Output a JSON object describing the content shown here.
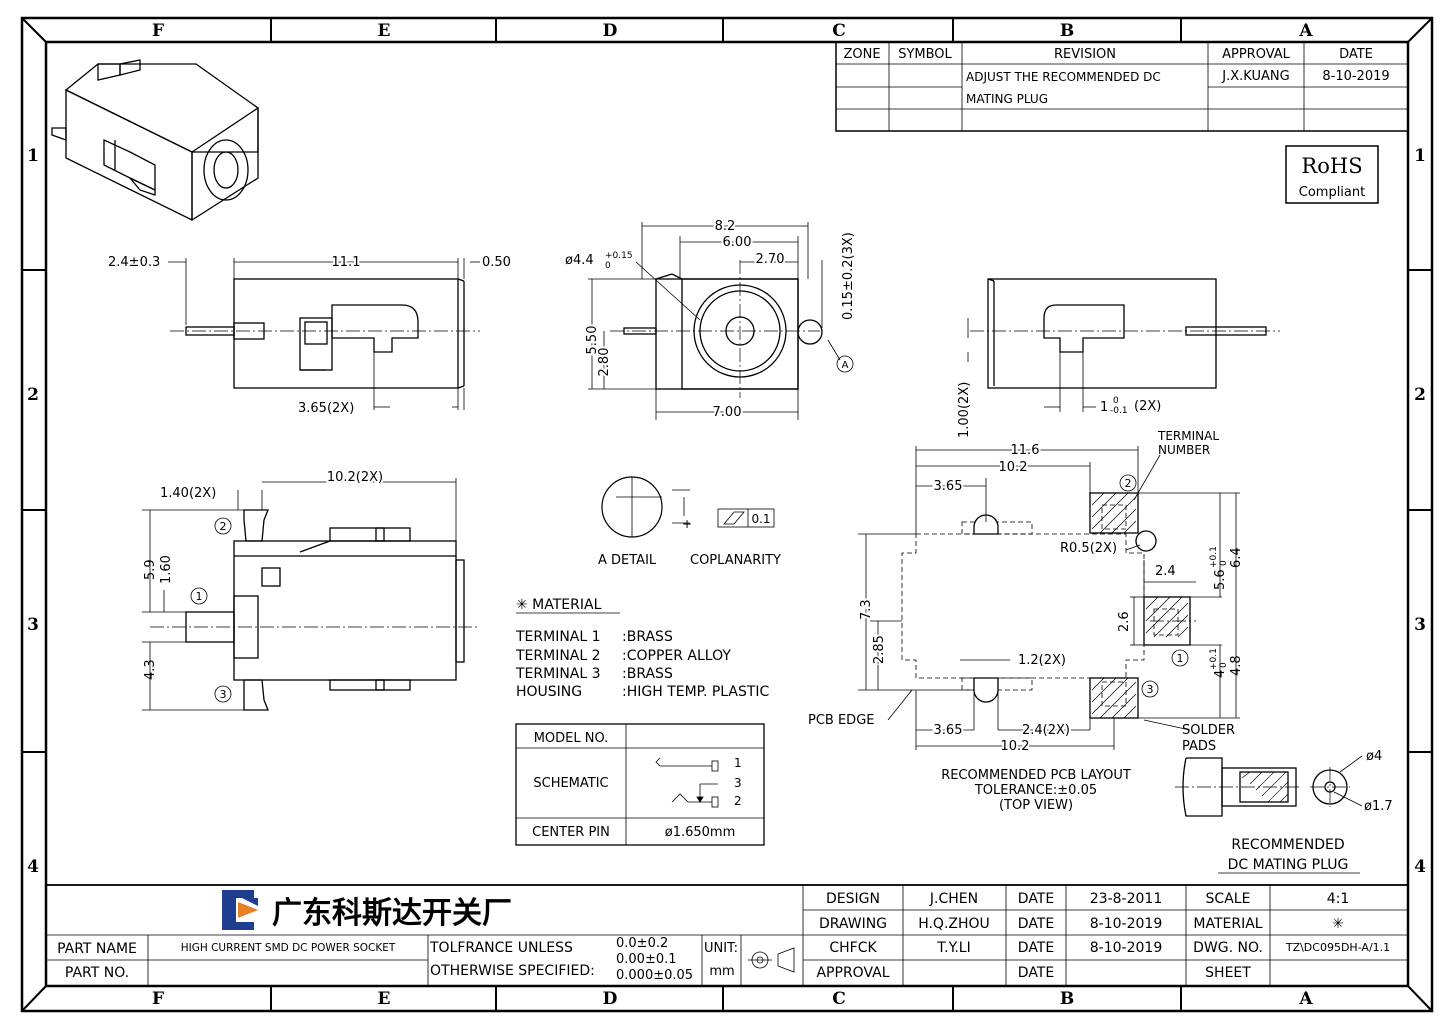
{
  "zones": {
    "columns": [
      "F",
      "E",
      "D",
      "C",
      "B",
      "A"
    ],
    "rows": [
      "1",
      "2",
      "3",
      "4"
    ]
  },
  "revision_table": {
    "headers": {
      "zone": "ZONE",
      "symbol": "SYMBOL",
      "revision": "REVISION",
      "approval": "APPROVAL",
      "date": "DATE"
    },
    "rows": [
      {
        "revision_line1": "ADJUST THE RECOMMENDED DC",
        "revision_line2": "MATING PLUG",
        "approval": "J.X.KUANG",
        "date": "8-10-2019"
      }
    ]
  },
  "rohs": {
    "title": "RoHS",
    "subtitle": "Compliant"
  },
  "dims": {
    "side_left": {
      "d1": "2.4±0.3",
      "d2": "11.1",
      "d3": "0.50",
      "d4": "3.65(2X)"
    },
    "front": {
      "d1": "8.2",
      "d2": "6.00",
      "d3": "2.70",
      "d4": "ø4.4",
      "d4_sup": "+0.15",
      "d4_sub": "0",
      "d5": "0.15±0.2(3X)",
      "d6": "5.50",
      "d7": "2.80",
      "d8": "7.00",
      "datum": "A"
    },
    "side_right": {
      "d1": "1.00(2X)",
      "d2": "1",
      "d2_sup": "0",
      "d2_sub": "-0.1",
      "d2_suffix": "(2X)"
    },
    "bottom": {
      "d1": "1.40(2X)",
      "d2": "10.2(2X)",
      "d3": "5.9",
      "d4": "1.60",
      "d5": "4.3",
      "t1": "1",
      "t2": "2",
      "t3": "3"
    },
    "detail": {
      "label_a": "A DETAIL",
      "label_b": "COPLANARITY",
      "tol": "0.1"
    },
    "pcb": {
      "d1": "11.6",
      "d2": "10.2",
      "d3": "3.65",
      "d4": "R0.5(2X)",
      "d5": "2.4",
      "d6": "5.6",
      "d6_sup": "+0.1",
      "d6_sub": "0",
      "d7": "6.4",
      "d8": "7.3",
      "d9": "2.85",
      "d10": "2.6",
      "d11": "1.2(2X)",
      "d12": "4",
      "d12_sup": "+0.1",
      "d12_sub": "0",
      "d13": "4.8",
      "d14": "3.65",
      "d15": "2.4(2X)",
      "d16": "10.2",
      "pcb_edge": "PCB EDGE",
      "terminal_number_1": "TERMINAL",
      "terminal_number_2": "NUMBER",
      "solder_1": "SOLDER",
      "solder_2": "PADS",
      "t1": "1",
      "t2": "2",
      "t3": "3",
      "caption1": "RECOMMENDED PCB LAYOUT",
      "caption2": "TOLERANCE:±0.05",
      "caption3": "(TOP VIEW)"
    },
    "plug": {
      "d1": "ø4",
      "d2": "ø1.7",
      "caption1": "RECOMMENDED",
      "caption2": "DC MATING PLUG"
    }
  },
  "material": {
    "title": "✳ MATERIAL",
    "rows": [
      {
        "part": "TERMINAL 1",
        "mat": ":BRASS"
      },
      {
        "part": "TERMINAL 2",
        "mat": ":COPPER ALLOY"
      },
      {
        "part": "TERMINAL 3",
        "mat": ":BRASS"
      },
      {
        "part": "HOUSING",
        "mat": ":HIGH TEMP. PLASTIC"
      }
    ]
  },
  "model_table": {
    "model_label": "MODEL NO.",
    "model_value": "",
    "schematic_label": "SCHEMATIC",
    "pin1": "1",
    "pin3": "3",
    "pin2": "2",
    "center_pin_label": "CENTER PIN",
    "center_pin_value": "ø1.650mm"
  },
  "title_block": {
    "company": "广东科斯达开关厂",
    "part_name_label": "PART NAME",
    "part_name": "HIGH CURRENT SMD DC POWER SOCKET",
    "part_no_label": "PART NO.",
    "part_no": "",
    "tol_label1": "TOLFRANCE UNLESS",
    "tol_label2": "OTHERWISE SPECIFIED:",
    "tol1": "0.0±0.2",
    "tol2": "0.00±0.1",
    "tol3": "0.000±0.05",
    "unit_label": "UNIT:",
    "unit": "mm",
    "design_label": "DESIGN",
    "design": "J.CHEN",
    "design_date_label": "DATE",
    "design_date": "23-8-2011",
    "drawing_label": "DRAWING",
    "drawing": "H.Q.ZHOU",
    "drawing_date_label": "DATE",
    "drawing_date": "8-10-2019",
    "check_label": "CHFCK",
    "check": "T.Y.LI",
    "check_date_label": "DATE",
    "check_date": "8-10-2019",
    "approval_label": "APPROVAL",
    "approval": "",
    "approval_date_label": "DATE",
    "approval_date": "",
    "scale_label": "SCALE",
    "scale": "4:1",
    "material_label": "MATERIAL",
    "material": "✳",
    "dwg_label": "DWG. NO.",
    "dwg": "TZ\\DC095DH-A/1.1",
    "sheet_label": "SHEET",
    "sheet": ""
  }
}
